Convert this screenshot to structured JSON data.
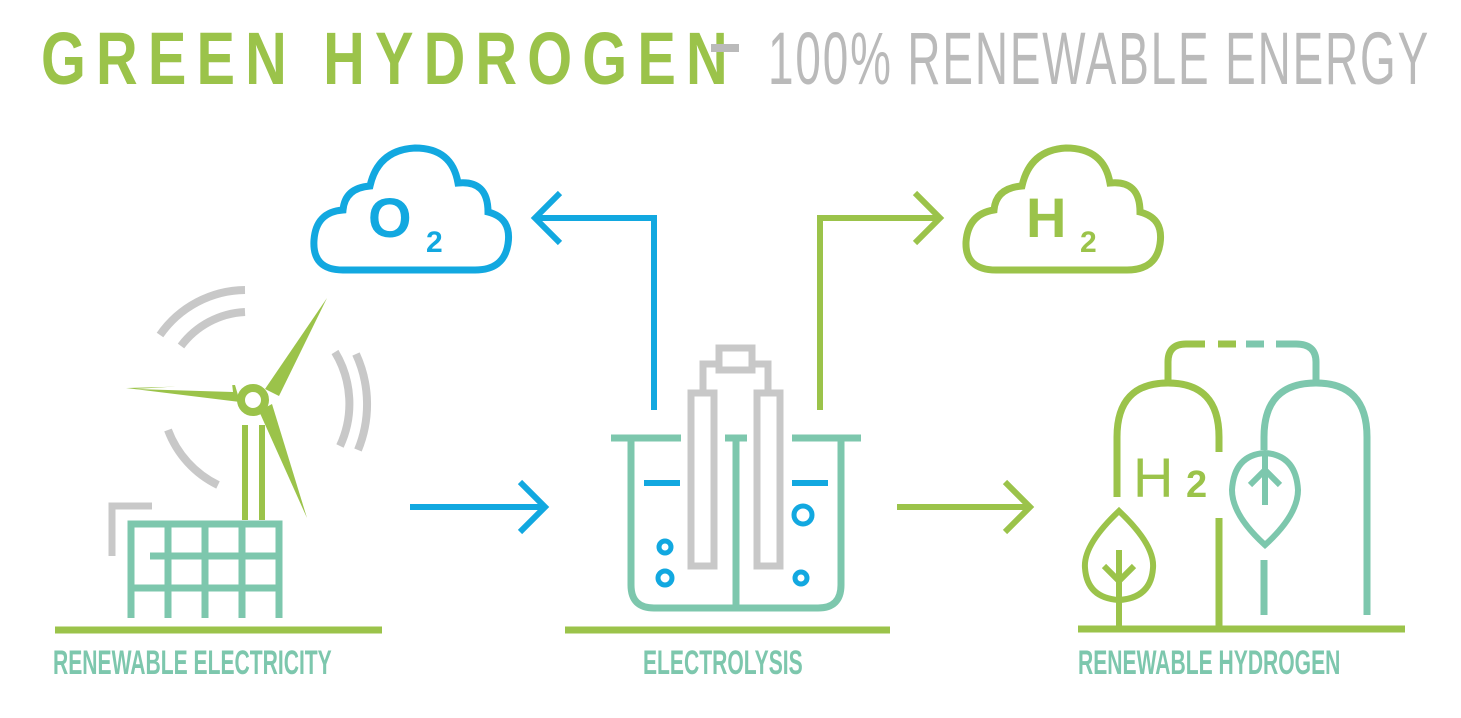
{
  "title": {
    "primary": "GREEN HYDROGEN",
    "separator": "–",
    "secondary": "100% RENEWABLE ENERGY"
  },
  "stages": [
    {
      "id": "renewable-electricity",
      "label": "RENEWABLE ELECTRICITY",
      "icon": "wind-turbine-and-solar-panel-icon"
    },
    {
      "id": "electrolysis",
      "label": "ELECTROLYSIS",
      "icon": "electrolysis-cell-icon"
    },
    {
      "id": "renewable-hydrogen",
      "label": "RENEWABLE HYDROGEN",
      "icon": "hydrogen-storage-tanks-icon"
    }
  ],
  "outputs": [
    {
      "id": "oxygen",
      "formula_main": "O",
      "formula_sub": "2",
      "icon": "cloud-icon",
      "color": "#12a8e0"
    },
    {
      "id": "hydrogen",
      "formula_main": "H",
      "formula_sub": "2",
      "icon": "cloud-icon",
      "color": "#9bc34a"
    }
  ],
  "tank_label": {
    "main": "H",
    "sub": "2"
  },
  "colors": {
    "green": "#9bc34a",
    "blue": "#12a8e0",
    "teal": "#7dc7ad",
    "gray": "#c8c8c8",
    "title_gray": "#bababa"
  }
}
